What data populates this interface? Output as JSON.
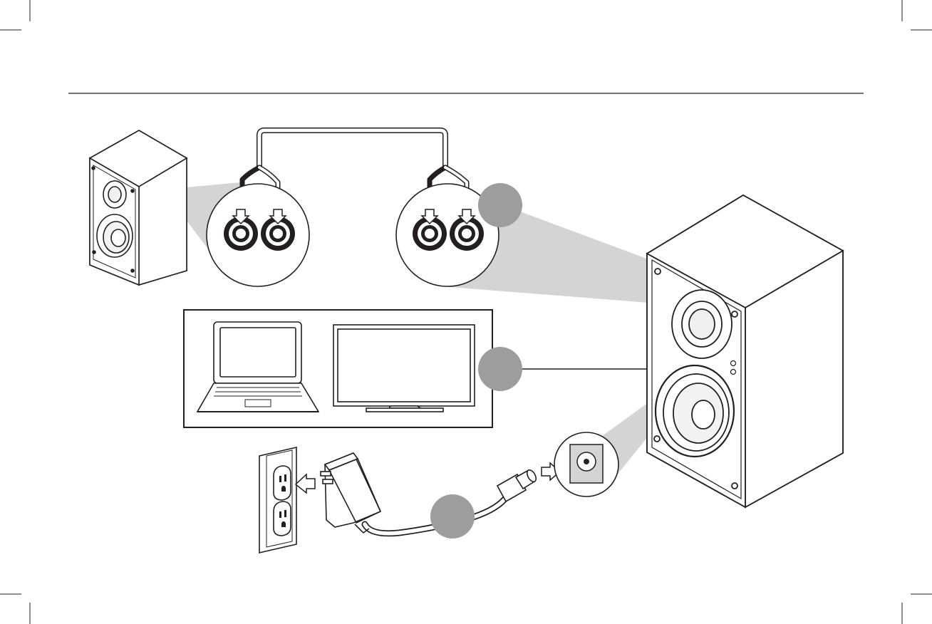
{
  "figure": {
    "type": "speaker-setup-diagram",
    "step_badges": [
      {
        "id": "speaker-wire-step",
        "label": ""
      },
      {
        "id": "audio-source-step",
        "label": ""
      },
      {
        "id": "power-step",
        "label": ""
      }
    ],
    "components": {
      "passive_speaker": "passive-speaker",
      "active_speaker": "active-speaker",
      "audio_sources": [
        "laptop",
        "television"
      ],
      "power": [
        "wall-outlet",
        "power-adapter",
        "dc-power-jack"
      ]
    },
    "colors": {
      "line": "#231f20",
      "badge_fill": "#9d9d9d",
      "zoom_fill": "#d4d4d4",
      "background": "#ffffff"
    }
  }
}
